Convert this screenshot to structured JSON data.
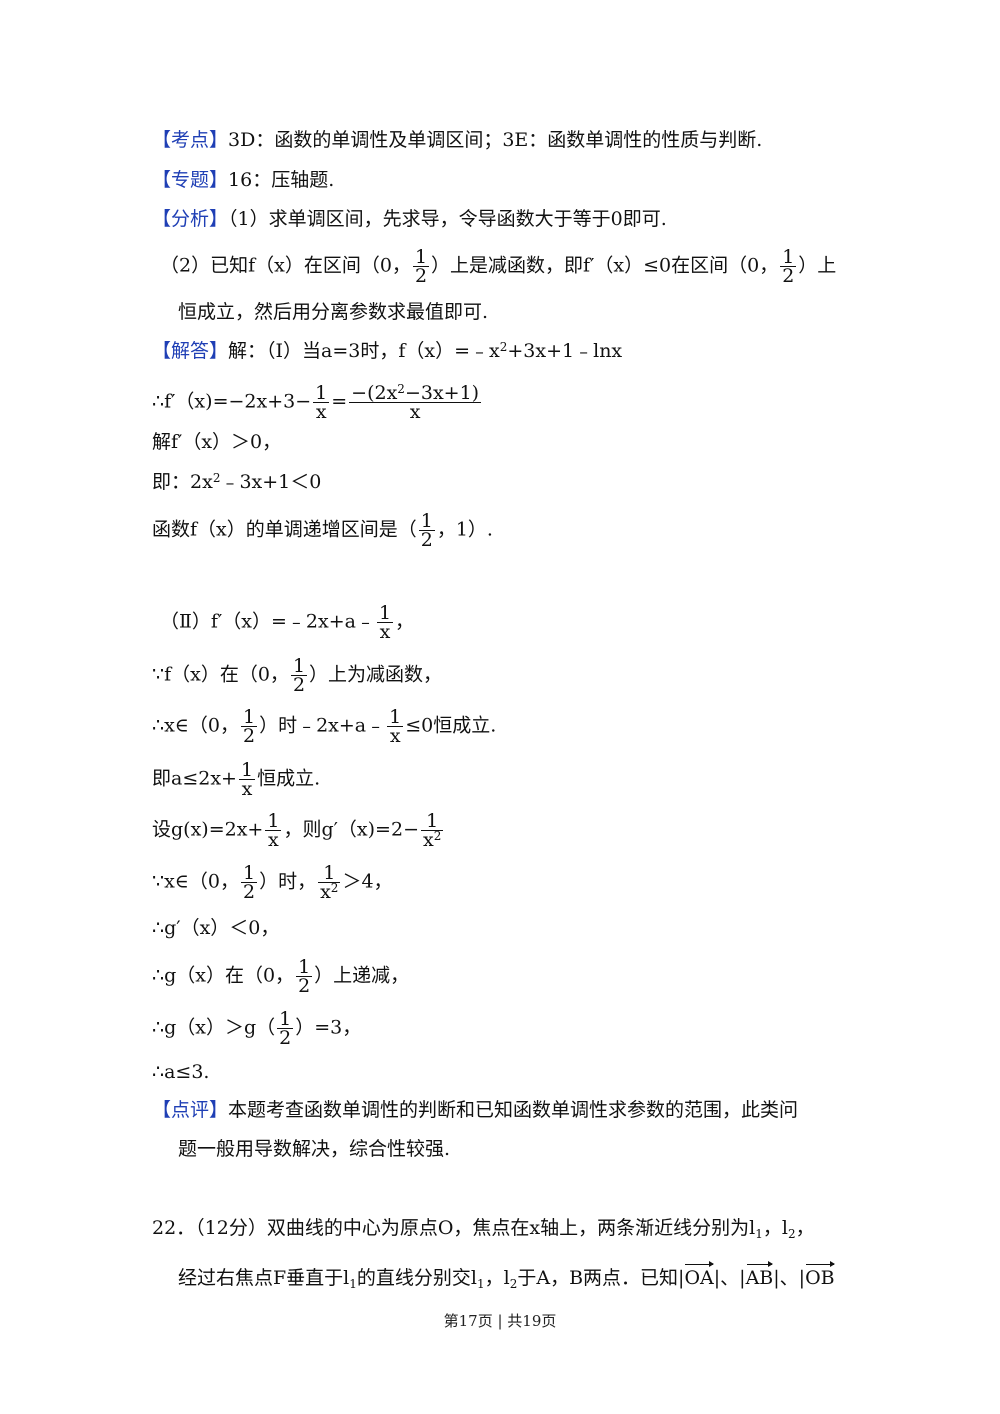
{
  "kaodian": {
    "tag": "【考点】",
    "text": "3D：函数的单调性及单调区间；3E：函数单调性的性质与判断."
  },
  "zhuanti": {
    "tag": "【专题】",
    "text": "16：压轴题."
  },
  "fenxi": {
    "tag": "【分析】",
    "text": "（1）求单调区间，先求导，令导函数大于等于0即可.",
    "line2_a": "（2）已知f（x）在区间（0，",
    "half": {
      "num": "1",
      "den": "2"
    },
    "line2_b": "）上是减函数，即f′（x）≤0在区间（0，",
    "line2_c": "）上",
    "line3": "恒成立，然后用分离参数求最值即可."
  },
  "jieda": {
    "tag": "【解答】",
    "l1": "解：（Ⅰ）当a=3时，f（x）=﹣x",
    "l1_sup": "2",
    "l1_b": "+3x+1﹣lnx",
    "l2_a": "∴f′（x)=−2x+3−",
    "l2_f1": {
      "num": "1",
      "den": "x"
    },
    "l2_eq": "=",
    "l2_f2_num_a": "−(2x",
    "l2_f2_num_sup": "2",
    "l2_f2_num_b": "−3x+1)",
    "l2_f2_den": "x",
    "l3": "解f′（x）＞0，",
    "l4_a": "即：2x",
    "l4_sup": "2",
    "l4_b": "﹣3x+1＜0",
    "l5_a": "函数f（x）的单调递增区间是（",
    "l5_half": {
      "num": "1",
      "den": "2"
    },
    "l5_b": "，1）.",
    "p2_1a": "（Ⅱ）f′（x）=﹣2x+a﹣",
    "p2_1f": {
      "num": "1",
      "den": "x"
    },
    "p2_1b": "，",
    "p2_2a": "∵f（x）在（0，",
    "p2_2b": "）上为减函数，",
    "p2_3a": "∴x∈（0，",
    "p2_3b": "）时﹣2x+a﹣",
    "p2_3c": "≤0恒成立.",
    "p2_4a": "即a≤2x+",
    "p2_4b": "恒成立.",
    "p2_5a": "设g(x)=2x+",
    "p2_5b": "，则g′（x)=2−",
    "p2_5c_den": "x",
    "p2_5c_sup": "2",
    "p2_6a": "∵x∈（0，",
    "p2_6b": "）时，",
    "p2_6c": "＞4，",
    "p2_7": "∴g′（x）＜0，",
    "p2_8a": "∴g（x）在（0，",
    "p2_8b": "）上递减，",
    "p2_9a": "∴g（x）＞g（",
    "p2_9b": "）=3，",
    "p2_10": "∴a≤3."
  },
  "dianping": {
    "tag": "【点评】",
    "text": "本题考查函数单调性的判断和已知函数单调性求参数的范围，此类问",
    "text2": "题一般用导数解决，综合性较强."
  },
  "q22": {
    "l1_a": "22．（12分）双曲线的中心为原点O，焦点在x轴上，两条渐近线分别为l",
    "l1_s1": "1",
    "l1_b": "，l",
    "l1_s2": "2",
    "l1_c": "，",
    "l2_a": "经过右焦点F垂直于l",
    "l2_s1": "1",
    "l2_b": "的直线分别交l",
    "l2_s2": "1",
    "l2_c": "，l",
    "l2_s3": "2",
    "l2_d": "于A，B两点．已知|",
    "vec_oa": "OA",
    "l2_e": "|、|",
    "vec_ab": "AB",
    "l2_f": "|、|",
    "vec_ob": "OB"
  },
  "footer": {
    "text": "第17页 | 共19页"
  }
}
